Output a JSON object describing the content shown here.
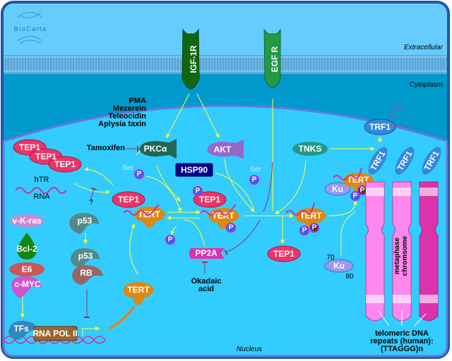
{
  "logo": {
    "text": "BioCarta"
  },
  "regions": {
    "extracellular": "Extracellular",
    "cytoplasm": "Cytoplasm",
    "nucleus": "Nucleus"
  },
  "receptors": {
    "igf1r": "IGF-1R",
    "egfr": "EGF R"
  },
  "activators": [
    "PMA",
    "Mezerein",
    "Teleocidin",
    "Aplysia taxin"
  ],
  "inhibitors": {
    "tamoxifen": "Tamoxifen",
    "okadaic": [
      "Okadaic",
      "acid"
    ],
    "question": "?"
  },
  "proteins": {
    "pkc": "PKCα",
    "akt": "AKT",
    "hsp90": "HSP90",
    "tnks": "TNKS",
    "trf1": "TRF1",
    "tep1": "TEP1",
    "tert": "TERT",
    "pp2a": "PP2A",
    "p53": "p53",
    "rb": "RB",
    "vkras": "v-K-ras",
    "bcl2": "Bcl-2",
    "e6": "E6",
    "cmyc": "c-MYC",
    "tfs": "TFs",
    "rnapol2": "RNA POL II",
    "ku": "Ku",
    "ku70": "70",
    "ku80": "80"
  },
  "htr": [
    "hTR",
    "RNA"
  ],
  "phospho": {
    "p": "P",
    "ser": "Ser"
  },
  "chromosome": {
    "label": [
      "metaphase",
      "chromsome"
    ],
    "telomere": [
      "telomeric DNA",
      "repeats (human):",
      "(TTAGGG)n"
    ]
  },
  "colors": {
    "tep1": "#ee3366",
    "tert": "#dd8811",
    "trf1": "#3388dd",
    "arrow": "#ffff33",
    "inhibit": "#993366",
    "nucleus": "#33ccff"
  }
}
